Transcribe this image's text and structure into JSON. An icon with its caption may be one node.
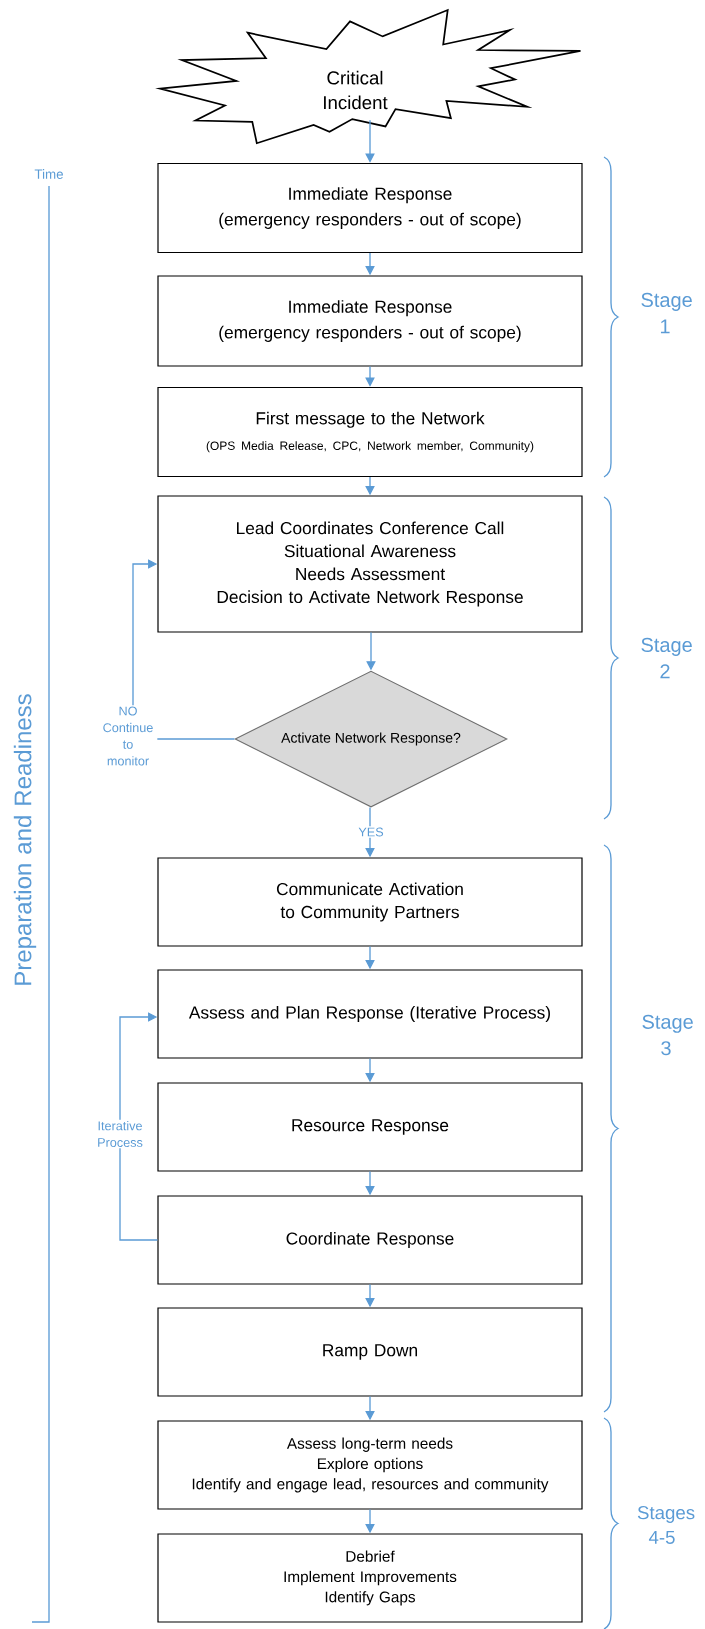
{
  "diagram": {
    "nodes": [
      {
        "text": [
          "Critical Incident"
        ]
      },
      {
        "text": [
          "Immediate Response",
          "(emergency responders - out of scope)"
        ]
      },
      {
        "text": [
          "Immediate Response",
          "(emergency responders - out of scope)"
        ]
      },
      {
        "text": [
          "First message to the Network",
          "(OPS Media Release, CPC, Network member, Community)"
        ]
      },
      {
        "text": [
          "Lead Coordinates Conference Call",
          "Situational Awareness",
          "Needs Assessment",
          "Decision to Activate Network Response"
        ]
      },
      {
        "text": [
          "Activate Network Response?"
        ]
      },
      {
        "text": [
          "Communicate Activation to Community Partners"
        ]
      },
      {
        "text": [
          "Assess and Plan Response (Iterative Process)"
        ]
      },
      {
        "text": [
          "Resource Response"
        ]
      },
      {
        "text": [
          "Coordinate Response"
        ]
      },
      {
        "text": [
          "Ramp Down"
        ]
      },
      {
        "text": [
          "Assess long-term needs",
          "Explore options",
          "Identify and engage lead, resources and community"
        ]
      },
      {
        "text": [
          "Debrief",
          "Implement Improvements",
          "Identify Gaps"
        ]
      }
    ],
    "edges": [
      {
        "from": 0,
        "to": 1,
        "arrow": "to"
      },
      {
        "from": 1,
        "to": 2,
        "arrow": "to"
      },
      {
        "from": 2,
        "to": 3,
        "arrow": "to"
      },
      {
        "from": 3,
        "to": 4,
        "arrow": "to"
      },
      {
        "from": 4,
        "to": 5,
        "arrow": "to"
      },
      {
        "from": 5,
        "to": 6,
        "arrow": "to",
        "label": "YES"
      },
      {
        "from": 5,
        "to": 4,
        "arrow": "to",
        "label": "NO Continue to monitor"
      },
      {
        "from": 6,
        "to": 7,
        "arrow": "to"
      },
      {
        "from": 7,
        "to": 8,
        "arrow": "to"
      },
      {
        "from": 8,
        "to": 9,
        "arrow": "to"
      },
      {
        "from": 9,
        "to": 7,
        "arrow": "to",
        "label": "Iterative Process"
      },
      {
        "from": 9,
        "to": 10,
        "arrow": "to"
      },
      {
        "from": 10,
        "to": 11,
        "arrow": "to"
      },
      {
        "from": 11,
        "to": 12,
        "arrow": "to"
      }
    ],
    "labels": [
      "Time",
      "Preparation and Readiness",
      "Stage 1",
      "Stage 2",
      "Stage 3",
      "Stages 4-5"
    ]
  }
}
